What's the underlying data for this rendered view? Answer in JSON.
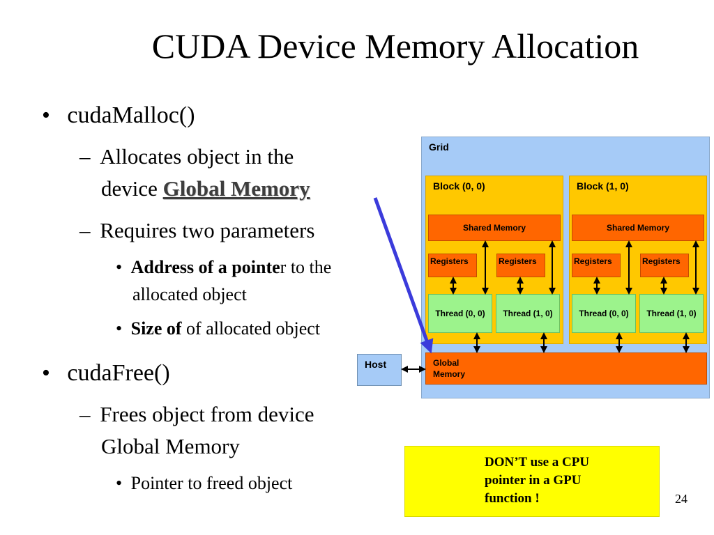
{
  "title": "CUDA Device Memory Allocation",
  "bullets": {
    "malloc": "cudaMalloc()",
    "alloc_line1": "Allocates object in the",
    "alloc_line2_prefix": "device ",
    "alloc_line2_link": "Global Memory",
    "requires": "Requires two parameters",
    "addr_bold": "Address of a pointe",
    "addr_rest": "r to the",
    "addr_line2": "allocated object",
    "size_bold": "Size of",
    "size_rest": " of allocated object",
    "free": "cudaFree()",
    "frees_line1": "Frees object from device",
    "frees_line2": "Global Memory",
    "pointer": "Pointer to freed object"
  },
  "diagram": {
    "grid": "Grid",
    "block0": "Block (0, 0)",
    "block1": "Block (1, 0)",
    "shared": "Shared Memory",
    "registers": "Registers",
    "thread00": "Thread (0, 0)",
    "thread10": "Thread (1, 0)",
    "host": "Host",
    "global_line1": "Global",
    "global_line2": "Memory"
  },
  "note": {
    "line1": "DON’T use a CPU",
    "line2": "pointer in a GPU",
    "line3": "function !"
  },
  "page_number": "24",
  "colors": {
    "grid": "#a6cbf7",
    "block": "#ffc800",
    "memory": "#ff6600",
    "thread": "#9cf38c",
    "note": "#ffff00",
    "pointer_arrow": "#3b3bdb"
  }
}
